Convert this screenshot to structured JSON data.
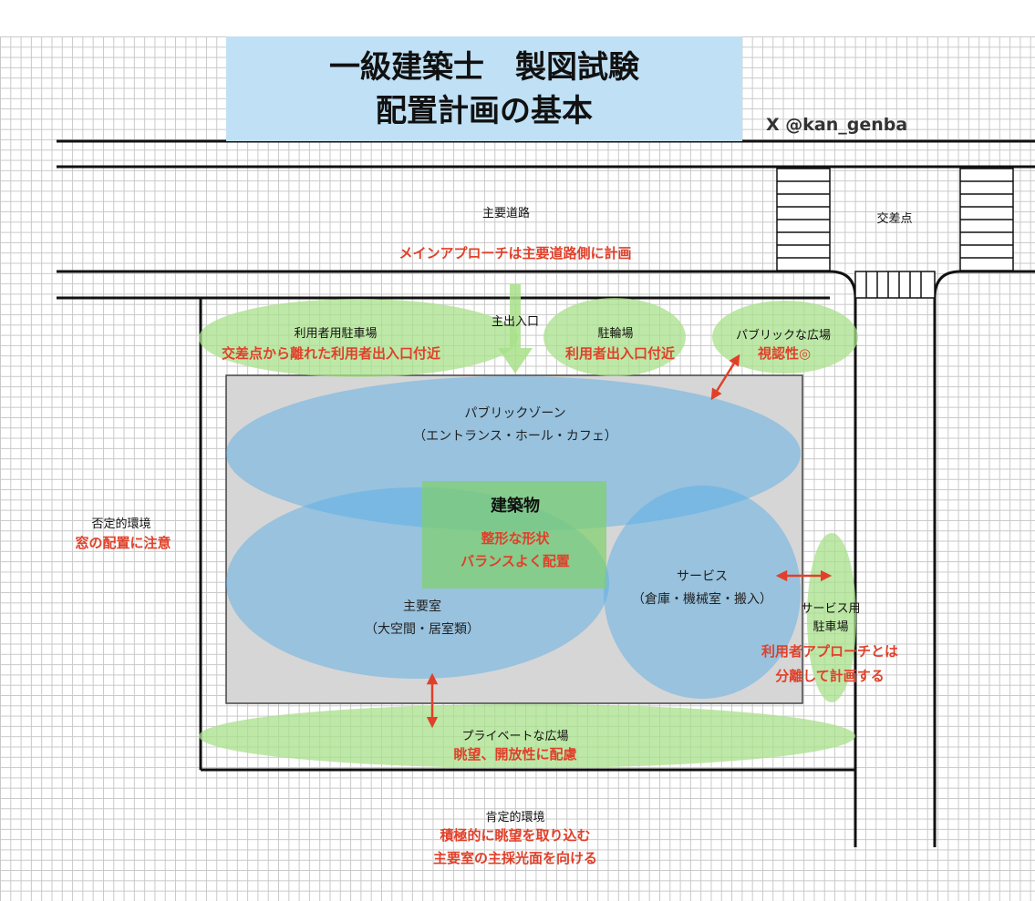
{
  "title": {
    "line1": "一級建築士　製図試験",
    "line2": "配置計画の基本"
  },
  "credit": "X @kan_genba",
  "labels": {
    "main_road": "主要道路",
    "main_approach": "メインアプローチは主要道路側に計画",
    "intersection": "交差点",
    "main_entrance": "主出入口",
    "user_parking": "利用者用駐車場",
    "user_parking_note": "交差点から離れた利用者出入口付近",
    "bicycle_parking": "駐輪場",
    "bicycle_note": "利用者出入口付近",
    "public_plaza": "パブリックな広場",
    "public_plaza_note": "視認性◎",
    "public_zone": "パブリックゾーン",
    "public_zone_detail": "（エントランス・ホール・カフェ）",
    "building": "建築物",
    "building_note1": "整形な形状",
    "building_note2": "バランスよく配置",
    "service": "サービス",
    "service_detail": "（倉庫・機械室・搬入）",
    "main_room": "主要室",
    "main_room_detail": "（大空間・居室類）",
    "negative_env": "否定的環境",
    "negative_note": "窓の配置に注意",
    "service_parking_1": "サービス用",
    "service_parking_2": "駐車場",
    "service_note1": "利用者アプローチとは",
    "service_note2": "分離して計画する",
    "private_plaza": "プライベートな広場",
    "private_note": "眺望、開放性に配慮",
    "positive_env": "肯定的環境",
    "positive_note1": "積極的に眺望を取り込む",
    "positive_note2": "主要室の主採光面を向ける"
  },
  "colors": {
    "zone_blue": "#5aaee6",
    "green_area": "#a8e08a",
    "building_green": "#7fd06a",
    "site_gray": "#d6d6d6",
    "arrow_red": "#e0402a",
    "note_red": "#e0402a",
    "title_bg": "#bfe0f5"
  }
}
